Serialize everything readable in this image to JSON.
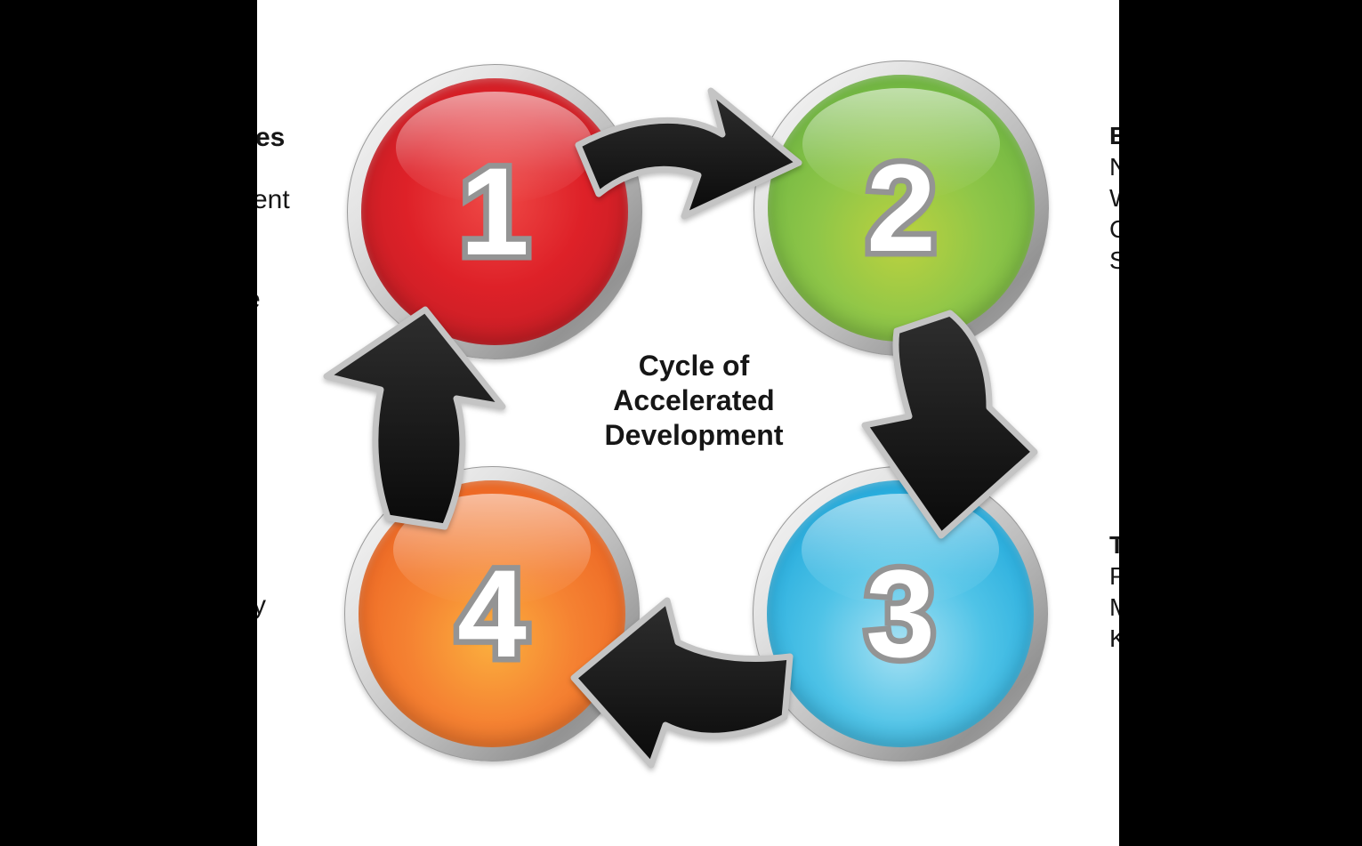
{
  "title": {
    "lines": [
      "Cycle of",
      "Accelerated",
      "Development"
    ]
  },
  "steps": [
    {
      "number": "1",
      "color_name": "red",
      "color": "#de2128"
    },
    {
      "number": "2",
      "color_name": "green",
      "color": "#7cc142"
    },
    {
      "number": "3",
      "color_name": "blue",
      "color": "#35b5dc"
    },
    {
      "number": "4",
      "color_name": "orange",
      "color": "#ee6a28"
    }
  ],
  "side_fragments": {
    "left": {
      "top_bold": "es",
      "mid": "ent",
      "small": "e",
      "bottom": "y"
    },
    "right_top": {
      "r1": "E",
      "r2": "N",
      "r3": "W",
      "r4": "C",
      "r5": "S"
    },
    "right_bottom": {
      "r1": "T",
      "r2": "P",
      "r3": "M",
      "r4": "K"
    }
  },
  "colors": {
    "letterbox_bar": "#000000",
    "arrow_fill": "#141414",
    "arrow_outline": "#c4c4c4",
    "number_fill": "#ffffff",
    "number_outline": "#949494",
    "ring_silver": "#bdbdbd",
    "background": "#ffffff"
  }
}
